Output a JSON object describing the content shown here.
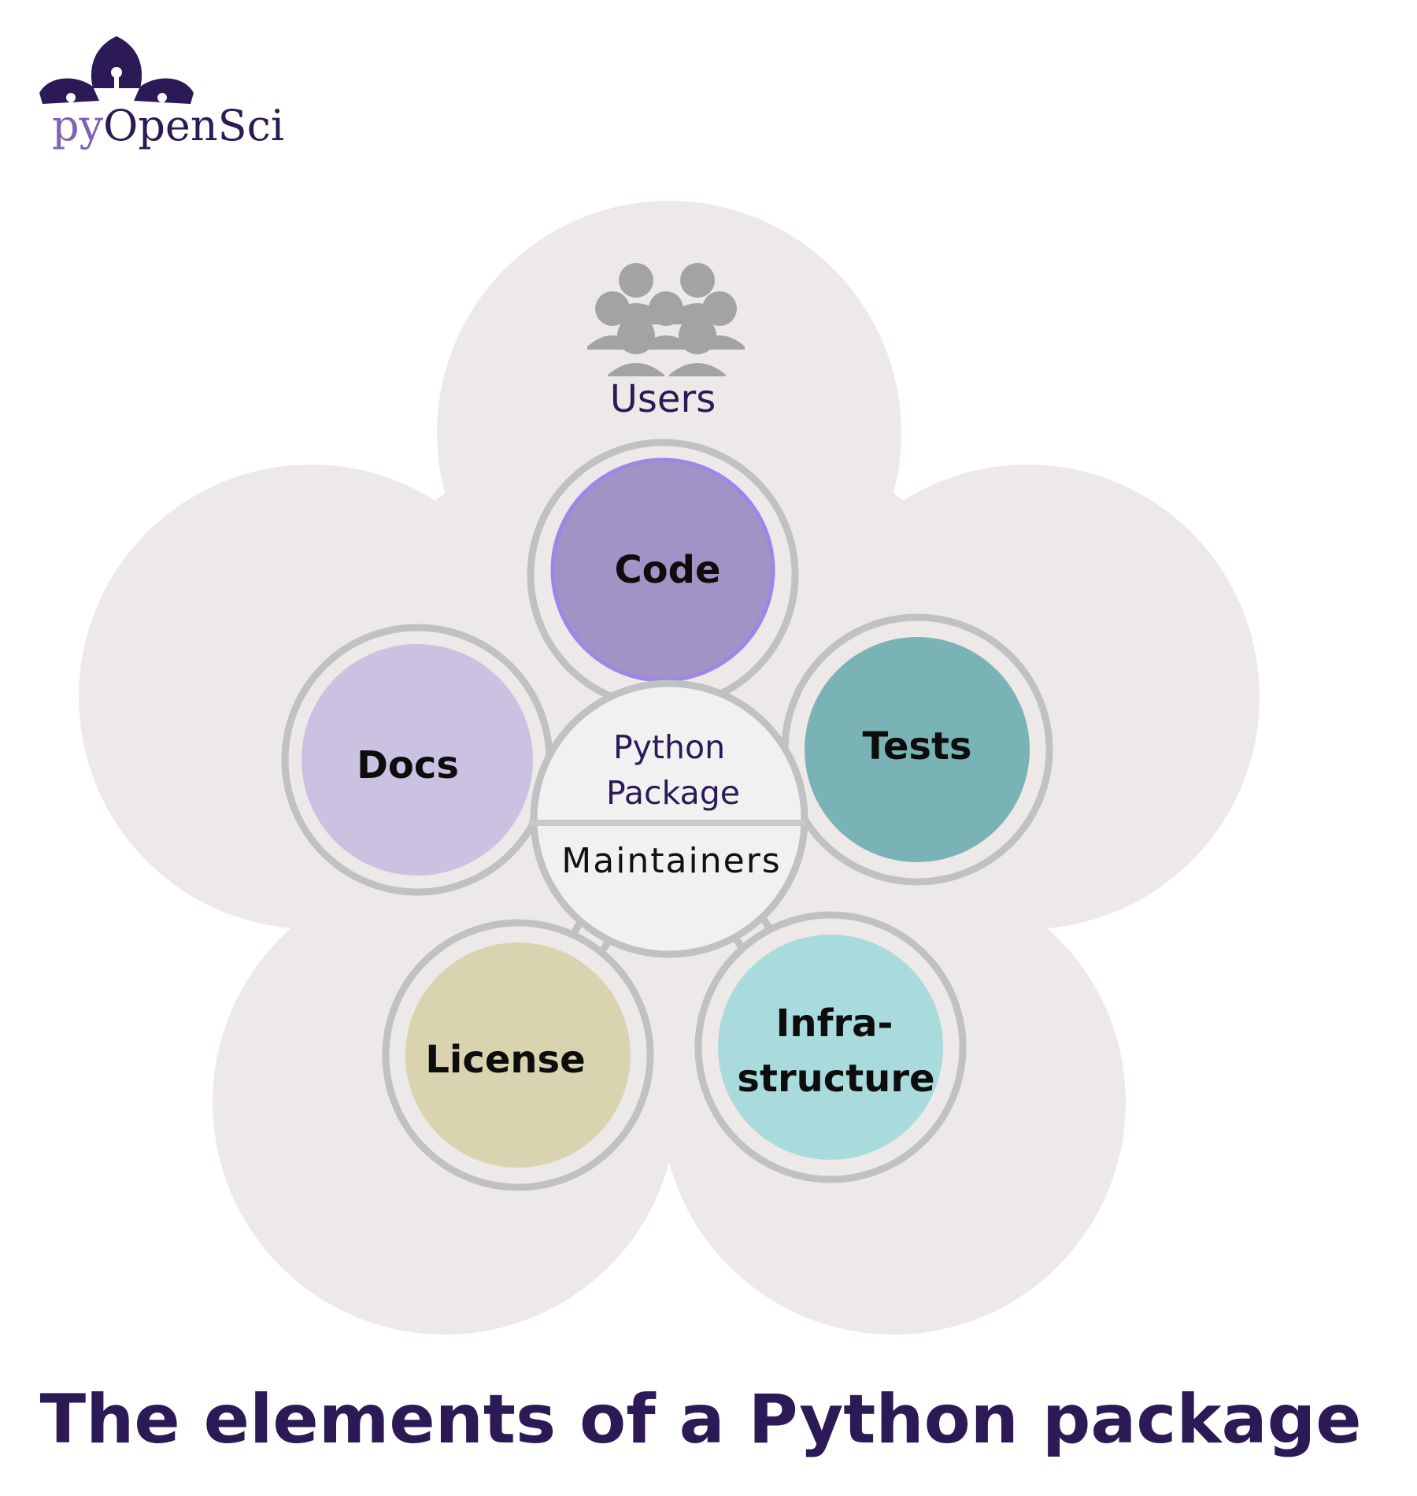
{
  "logo": {
    "prefix": "py",
    "word": "OpenSci",
    "prefix_color": "#7d62b5",
    "word_color": "#2b1a55"
  },
  "users": {
    "label": "Users",
    "icon": "people-group-icon"
  },
  "center": {
    "top_line1": "Python",
    "top_line2": "Package",
    "bottom": "Maintainers"
  },
  "nodes": {
    "code": {
      "label": "Code",
      "color": "#a293c6"
    },
    "tests": {
      "label": "Tests",
      "color": "#7ab3b5"
    },
    "docs": {
      "label": "Docs",
      "color": "#cac2e0"
    },
    "license": {
      "label": "License",
      "color": "#d9d4af"
    },
    "infrastructure": {
      "line1": "Infra-",
      "line2": "structure",
      "color": "#a9dadc"
    }
  },
  "title": "The elements of a Python package",
  "colors": {
    "flower": "#ede9e8",
    "ring": "#c0c1c3",
    "center_fill": "#f1f1f2",
    "user_icon": "#a3a3a6",
    "title": "#2b1a55"
  }
}
